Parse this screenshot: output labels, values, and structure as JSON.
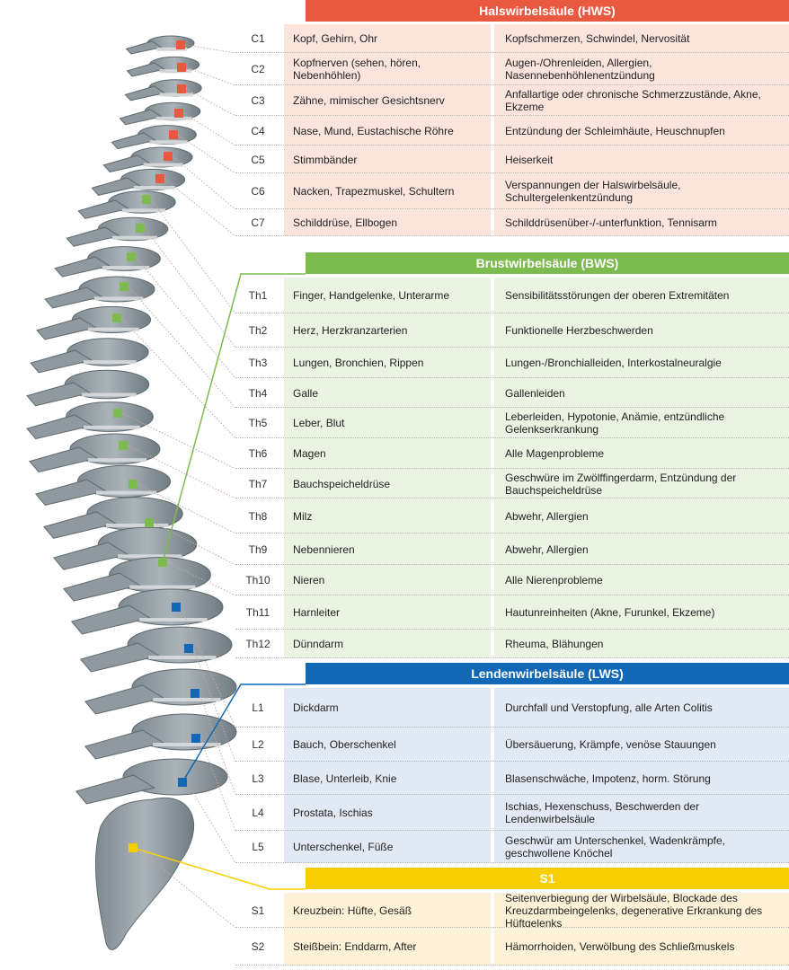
{
  "colors": {
    "hws": "#e8593f",
    "bws": "#7dbb4f",
    "lws": "#1268b5",
    "s1": "#f7cf00",
    "hws_bg": "#fbe4dc",
    "bws_bg": "#ebf3e3",
    "lws_bg": "#e0e9f4",
    "s1_bg": "#fdf2d8"
  },
  "sections": [
    {
      "id": "hws",
      "title": "Halswirbelsäule (HWS)",
      "rows": [
        {
          "code": "C1",
          "organ": "Kopf, Gehirn, Ohr",
          "symptom": "Kopfschmerzen, Schwindel, Nervosität"
        },
        {
          "code": "C2",
          "organ": "Kopfnerven (sehen, hören, Nebenhöhlen)",
          "symptom": "Augen-/Ohrenleiden, Allergien, Nasennebenhöhlenentzündung"
        },
        {
          "code": "C3",
          "organ": "Zähne, mimischer Gesichtsnerv",
          "symptom": "Anfallartige oder chronische Schmerzzustände, Akne, Ekzeme"
        },
        {
          "code": "C4",
          "organ": "Nase, Mund, Eustachische Röhre",
          "symptom": "Entzündung der Schleimhäute, Heuschnupfen"
        },
        {
          "code": "C5",
          "organ": "Stimmbänder",
          "symptom": "Heiserkeit"
        },
        {
          "code": "C6",
          "organ": "Nacken, Trapezmuskel, Schultern",
          "symptom": "Verspannungen der Halswirbelsäule, Schultergelenkentzündung"
        },
        {
          "code": "C7",
          "organ": "Schilddrüse, Ellbogen",
          "symptom": "Schilddrüsenüber-/-unterfunktion, Tennisarm"
        }
      ]
    },
    {
      "id": "bws",
      "title": "Brustwirbelsäule (BWS)",
      "rows": [
        {
          "code": "Th1",
          "organ": "Finger, Handgelenke, Unterarme",
          "symptom": "Sensibilitätsstörungen der oberen Extremitäten"
        },
        {
          "code": "Th2",
          "organ": "Herz, Herzkranzarterien",
          "symptom": "Funktionelle Herzbeschwerden"
        },
        {
          "code": "Th3",
          "organ": "Lungen, Bronchien, Rippen",
          "symptom": "Lungen-/Bronchialleiden, Interkostalneuralgie"
        },
        {
          "code": "Th4",
          "organ": "Galle",
          "symptom": "Gallenleiden"
        },
        {
          "code": "Th5",
          "organ": "Leber, Blut",
          "symptom": "Leberleiden, Hypotonie, Anämie, entzündliche Gelenkserkrankung"
        },
        {
          "code": "Th6",
          "organ": "Magen",
          "symptom": "Alle Magenprobleme"
        },
        {
          "code": "Th7",
          "organ": "Bauchspeicheldrüse",
          "symptom": "Geschwüre im Zwölffingerdarm, Entzündung der Bauchspeicheldrüse"
        },
        {
          "code": "Th8",
          "organ": "Milz",
          "symptom": "Abwehr, Allergien"
        },
        {
          "code": "Th9",
          "organ": "Nebennieren",
          "symptom": "Abwehr, Allergien"
        },
        {
          "code": "Th10",
          "organ": "Nieren",
          "symptom": "Alle Nierenprobleme"
        },
        {
          "code": "Th11",
          "organ": "Harnleiter",
          "symptom": "Hautunreinheiten (Akne, Furunkel, Ekzeme)"
        },
        {
          "code": "Th12",
          "organ": "Dünndarm",
          "symptom": "Rheuma, Blähungen"
        }
      ]
    },
    {
      "id": "lws",
      "title": "Lendenwirbelsäule (LWS)",
      "rows": [
        {
          "code": "L1",
          "organ": "Dickdarm",
          "symptom": "Durchfall und Verstopfung, alle Arten Colitis"
        },
        {
          "code": "L2",
          "organ": "Bauch, Oberschenkel",
          "symptom": "Übersäuerung, Krämpfe, venöse Stauungen"
        },
        {
          "code": "L3",
          "organ": "Blase, Unterleib, Knie",
          "symptom": "Blasenschwäche, Impotenz, horm. Störung"
        },
        {
          "code": "L4",
          "organ": "Prostata, Ischias",
          "symptom": "Ischias, Hexenschuss, Beschwerden der Lendenwirbelsäule"
        },
        {
          "code": "L5",
          "organ": "Unterschenkel, Füße",
          "symptom": "Geschwür am Unterschenkel, Wadenkrämpfe, geschwollene Knöchel"
        }
      ]
    },
    {
      "id": "s1",
      "title": "S1",
      "rows": [
        {
          "code": "S1",
          "organ": "Kreuzbein: Hüfte, Gesäß",
          "symptom": "Seitenverbiegung der Wirbelsäule, Blockade des Kreuzdarmbeingelenks, degenerative Erkrankung des Hüftgelenks"
        },
        {
          "code": "S2",
          "organ": "Steißbein: Enddarm, After",
          "symptom": "Hämorrhoiden, Verwölbung des Schließmuskels"
        }
      ]
    }
  ]
}
